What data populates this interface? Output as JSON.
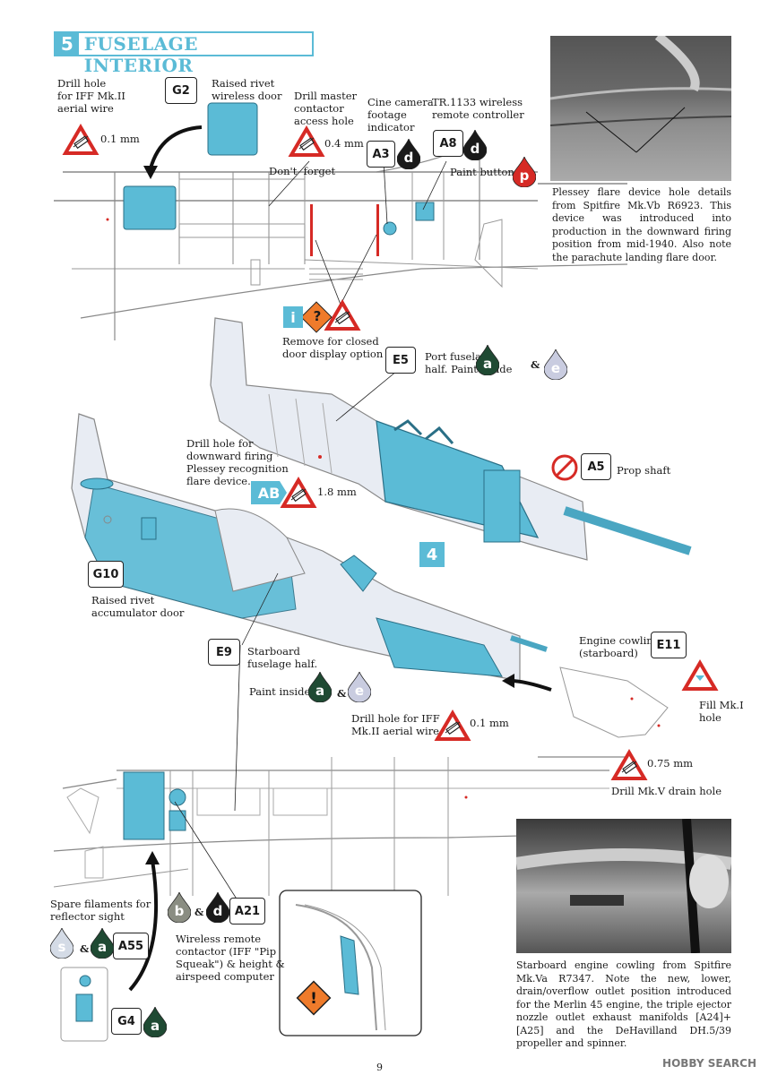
{
  "step": {
    "number": "5",
    "title": "FUSELAGE INTERIOR"
  },
  "labels": {
    "drill_iff_top": "Drill hole\nfor IFF Mk.II\naerial wire",
    "size_01_top": "0.1 mm",
    "raised_rivet_wireless": "Raised rivet\nwireless door",
    "drill_master": "Drill master\ncontactor\naccess hole",
    "size_04": "0.4 mm",
    "dont_forget": "Don't  forget",
    "cine_camera": "Cine camera\nfootage\nindicator",
    "tr1133": "TR.1133 wireless\nremote controller",
    "paint_buttons": "Paint buttons",
    "remove_closed": "Remove for closed\ndoor display option",
    "port_fuselage": "Port fuselage\nhalf. Paint inside",
    "drill_downward": "Drill hole for\ndownward firing\nPlessey recognition\nflare device.",
    "size_18": "1.8 mm",
    "prop_shaft": "Prop shaft",
    "raised_rivet_accum": "Raised rivet\naccumulator door",
    "starboard_fuselage": "Starboard\nfuselage half.",
    "paint_inside": "Paint inside",
    "engine_cowling": "Engine cowling\n(starboard)",
    "fill_mk1": "Fill Mk.I\nhole",
    "drill_iff_mid": "Drill hole for IFF\nMk.II aerial wire",
    "size_01_mid": "0.1 mm",
    "size_075": "0.75 mm",
    "drill_mkv": "Drill Mk.V drain hole",
    "spare_filaments": "Spare filaments for\nreflector sight",
    "wireless_contactor": "Wireless remote\ncontactor (IFF \"Pip\nSqueak\") & height &\nairspeed computer",
    "amp1": "&",
    "amp2": "&",
    "amp3": "&",
    "amp4": "&"
  },
  "parts": {
    "g2": "G2",
    "a3": "A3",
    "a8": "A8",
    "e5": "E5",
    "a5": "A5",
    "ab": "AB",
    "g10": "G10",
    "e9": "E9",
    "e11": "E11",
    "a21": "A21",
    "a55": "A55",
    "g4": "G4",
    "sub4": "4"
  },
  "paints": {
    "d1": "d",
    "d2": "d",
    "p": "p",
    "a1": "a",
    "e1": "e",
    "a2": "a",
    "e2": "e",
    "s": "s",
    "a3": "a",
    "b": "b",
    "d3": "d",
    "a4": "a"
  },
  "info_letters": {
    "i": "i",
    "q": "?"
  },
  "photo_captions": {
    "top": "Plessey flare device hole details from Spitfire Mk.Vb R6923. This device was introduced into production in the downward firing position from mid-1940. Also note the parachute landing flare door.",
    "bottom": "Starboard engine cowling from Spitfire Mk.Va R7347. Note the new, lower, drain/overflow outlet position introduced for the Merlin 45 engine, the triple ejector nozzle outlet exhaust manifolds [A24]+[A25] and the DeHavilland DH.5/39 propeller and spinner."
  },
  "footer": {
    "page": "9",
    "brand": "HOBBY SEARCH"
  },
  "colors": {
    "teal": "#5bbbd6",
    "dark_green": "#1f4a33",
    "lavender": "#c9cce0",
    "red": "#d62a25",
    "black": "#1a1a1a",
    "grey": "#8a8d82",
    "sky": "#d4dbe6"
  }
}
